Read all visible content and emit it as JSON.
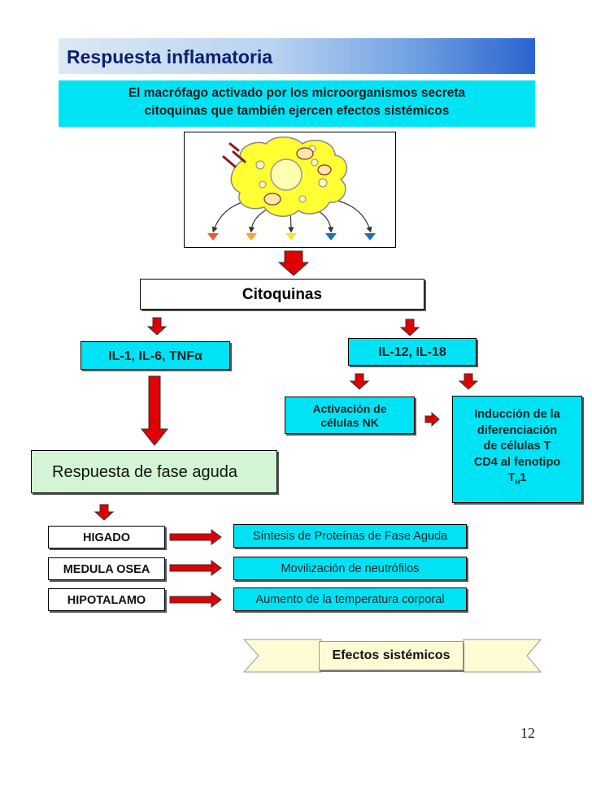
{
  "title": "Respuesta inflamatoria",
  "subtitle": {
    "line1": "El macrófago activado por los microorganismos secreta",
    "line2": "citoquinas que también ejercen efectos sistémicos"
  },
  "citoquinas": "Citoquinas",
  "il_left": "IL-1, IL-6, TNFα",
  "il_right": "IL-12, IL-18",
  "nk": {
    "line1": "Activación de",
    "line2": "células NK"
  },
  "induccion": {
    "line1": "Inducción de la",
    "line2": "diferenciación",
    "line3": "de células T",
    "line4": "CD4 al fenotipo",
    "line5_main": "T",
    "line5_sub": "H",
    "line5_end": "1"
  },
  "fase_aguda": "Respuesta de fase aguda",
  "organs": [
    "HIGADO",
    "MEDULA OSEA",
    "HIPOTALAMO"
  ],
  "effects": [
    "Síntesis de Proteínas de Fase Aguda",
    "Movilización de neutrófilos",
    "Aumento de la temperatura corporal"
  ],
  "efectos": "Efectos sistémicos",
  "page_number": "12",
  "colors": {
    "cyan": "#00e3f5",
    "arrow_red": "#e00000",
    "fase_green": "#d4f5d4",
    "title_text": "#0b1f6e"
  }
}
